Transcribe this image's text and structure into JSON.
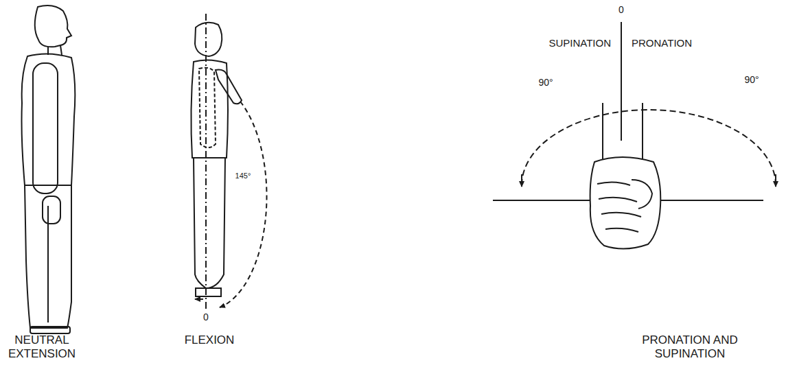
{
  "diagram": {
    "labels": [
      "SUPINATION",
      "PRONATION",
      "0",
      "90°",
      "90°",
      "145°",
      "0",
      "NEUTRAL EXTENSION",
      "FLEXION",
      "PRONATION AND SUPINATION"
    ]
  }
}
